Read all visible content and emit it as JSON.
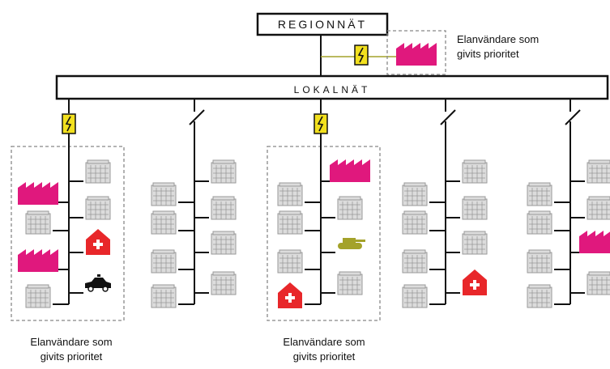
{
  "regional_network": {
    "label": "REGIONNÄT"
  },
  "local_network": {
    "label": "LOKALNÄT"
  },
  "priority_label_line1": "Elanvändare som",
  "priority_label_line2": "givits prioritet",
  "colors": {
    "factory": "#e0187d",
    "hospital": "#e8272a",
    "switch": "#f2e01e",
    "tank": "#a4a22a",
    "building": "#dcdcdc",
    "building_stroke": "#9a9a9a",
    "line": "#111111",
    "border": "#888888"
  },
  "icon_legend": {
    "factory": "factory-icon",
    "hospital": "hospital-icon",
    "switch": "lightning-switch-icon",
    "building": "building-icon",
    "tank": "tank-icon",
    "car": "police-car-icon"
  },
  "groups": [
    {
      "prioritized": true,
      "feeder": "switch",
      "left": [
        "factory",
        "building",
        "factory",
        "building"
      ],
      "right": [
        "building",
        "building",
        "hospital",
        "car"
      ]
    },
    {
      "prioritized": false,
      "feeder": "open",
      "left": [
        "building",
        "building",
        "building",
        "building"
      ],
      "right": [
        "building",
        "building",
        "building",
        "building"
      ]
    },
    {
      "prioritized": true,
      "feeder": "switch",
      "left": [
        "building",
        "building",
        "building",
        "hospital"
      ],
      "right": [
        "factory",
        "building",
        "tank",
        "building"
      ]
    },
    {
      "prioritized": false,
      "feeder": "open",
      "left": [
        "building",
        "building",
        "building",
        "building"
      ],
      "right": [
        "building",
        "building",
        "building",
        "hospital"
      ]
    },
    {
      "prioritized": false,
      "feeder": "open",
      "left": [
        "building",
        "building",
        "building",
        "building"
      ],
      "right": [
        "building",
        "building",
        "factory",
        "building"
      ]
    }
  ]
}
